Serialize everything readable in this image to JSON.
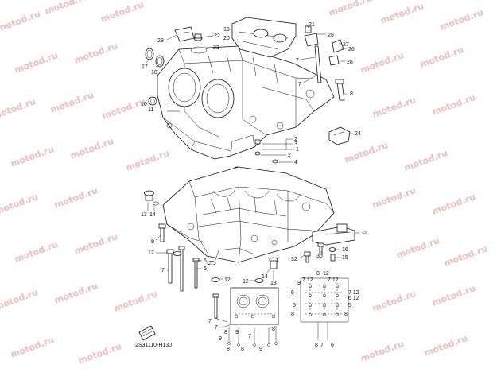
{
  "watermark": "motod.ru",
  "diagram_code": "2S31110-H130",
  "callouts": [
    {
      "id": "c29",
      "text": "29"
    },
    {
      "id": "c22",
      "text": "22"
    },
    {
      "id": "c23",
      "text": "23"
    },
    {
      "id": "c17",
      "text": "17"
    },
    {
      "id": "c18",
      "text": "18"
    },
    {
      "id": "c10",
      "text": "10"
    },
    {
      "id": "c11",
      "text": "11"
    },
    {
      "id": "c19",
      "text": "19"
    },
    {
      "id": "c20",
      "text": "20"
    },
    {
      "id": "c21",
      "text": "21"
    },
    {
      "id": "c25",
      "text": "25"
    },
    {
      "id": "c27",
      "text": "27"
    },
    {
      "id": "c26",
      "text": "26"
    },
    {
      "id": "c28",
      "text": "28"
    },
    {
      "id": "c7a",
      "text": "7"
    },
    {
      "id": "c7b",
      "text": "7"
    },
    {
      "id": "c8a",
      "text": "8"
    },
    {
      "id": "c24",
      "text": "24"
    },
    {
      "id": "c1",
      "text": "1"
    },
    {
      "id": "c2a",
      "text": "2"
    },
    {
      "id": "c3",
      "text": "3"
    },
    {
      "id": "c2b",
      "text": "2"
    },
    {
      "id": "c4",
      "text": "4"
    },
    {
      "id": "c13a",
      "text": "13"
    },
    {
      "id": "c14a",
      "text": "14"
    },
    {
      "id": "c9",
      "text": "9"
    },
    {
      "id": "c12a",
      "text": "12"
    },
    {
      "id": "c7c",
      "text": "7"
    },
    {
      "id": "c6",
      "text": "6"
    },
    {
      "id": "c5",
      "text": "5"
    },
    {
      "id": "c12b",
      "text": "12"
    },
    {
      "id": "c12c",
      "text": "12"
    },
    {
      "id": "c14b",
      "text": "14"
    },
    {
      "id": "c13b",
      "text": "13"
    },
    {
      "id": "c31",
      "text": "31"
    },
    {
      "id": "c16",
      "text": "16"
    },
    {
      "id": "c15",
      "text": "15"
    },
    {
      "id": "c32",
      "text": "32"
    },
    {
      "id": "c30",
      "text": "30"
    },
    {
      "id": "c7d",
      "text": "7"
    },
    {
      "id": "g8a",
      "text": "8"
    },
    {
      "id": "g12a",
      "text": "12"
    },
    {
      "id": "g9a",
      "text": "9"
    },
    {
      "id": "g712a",
      "text": "7 12"
    },
    {
      "id": "g712b",
      "text": "7 12"
    },
    {
      "id": "g6a",
      "text": "6"
    },
    {
      "id": "g712c",
      "text": "7 12"
    },
    {
      "id": "g612",
      "text": "6 12"
    },
    {
      "id": "g5a",
      "text": "5"
    },
    {
      "id": "g5b",
      "text": "5"
    },
    {
      "id": "g8b",
      "text": "8"
    },
    {
      "id": "g8c",
      "text": "8"
    },
    {
      "id": "g8d",
      "text": "8"
    },
    {
      "id": "g7a",
      "text": "7"
    },
    {
      "id": "s6",
      "text": "6"
    },
    {
      "id": "s8a",
      "text": "8"
    },
    {
      "id": "s8b",
      "text": "8"
    },
    {
      "id": "s9",
      "text": "9"
    },
    {
      "id": "s7a",
      "text": "7"
    },
    {
      "id": "s7b",
      "text": "7"
    },
    {
      "id": "s9b",
      "text": "9"
    },
    {
      "id": "s8c",
      "text": "8"
    },
    {
      "id": "s8d",
      "text": "8"
    },
    {
      "id": "s9c",
      "text": "9"
    }
  ]
}
